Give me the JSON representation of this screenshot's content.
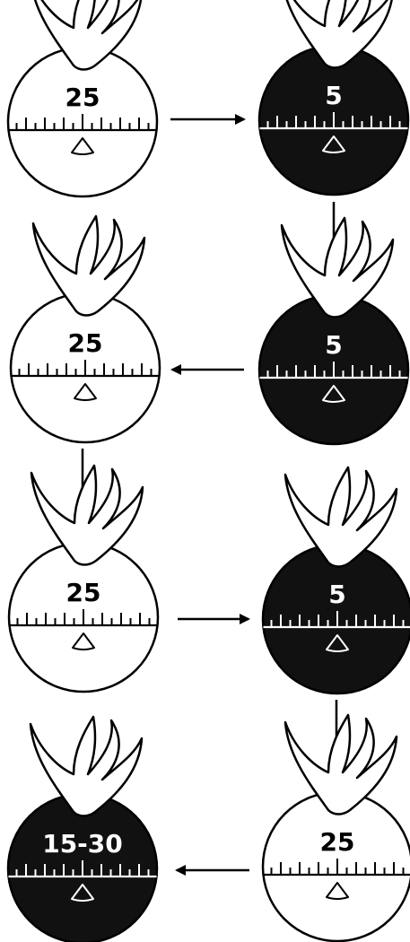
{
  "timers": [
    {
      "label": "25",
      "variant": "light"
    },
    {
      "label": "5",
      "variant": "dark"
    },
    {
      "label": "25",
      "variant": "light"
    },
    {
      "label": "5",
      "variant": "dark"
    },
    {
      "label": "25",
      "variant": "light"
    },
    {
      "label": "5",
      "variant": "dark"
    },
    {
      "label": "25",
      "variant": "light"
    },
    {
      "label": "15-30",
      "variant": "dark"
    }
  ],
  "colors": {
    "light_fill": "#ffffff",
    "dark_fill": "#111111",
    "stroke": "#000000"
  },
  "icons": {
    "timer": "tomato-timer-icon",
    "arrow": "arrow-icon"
  }
}
